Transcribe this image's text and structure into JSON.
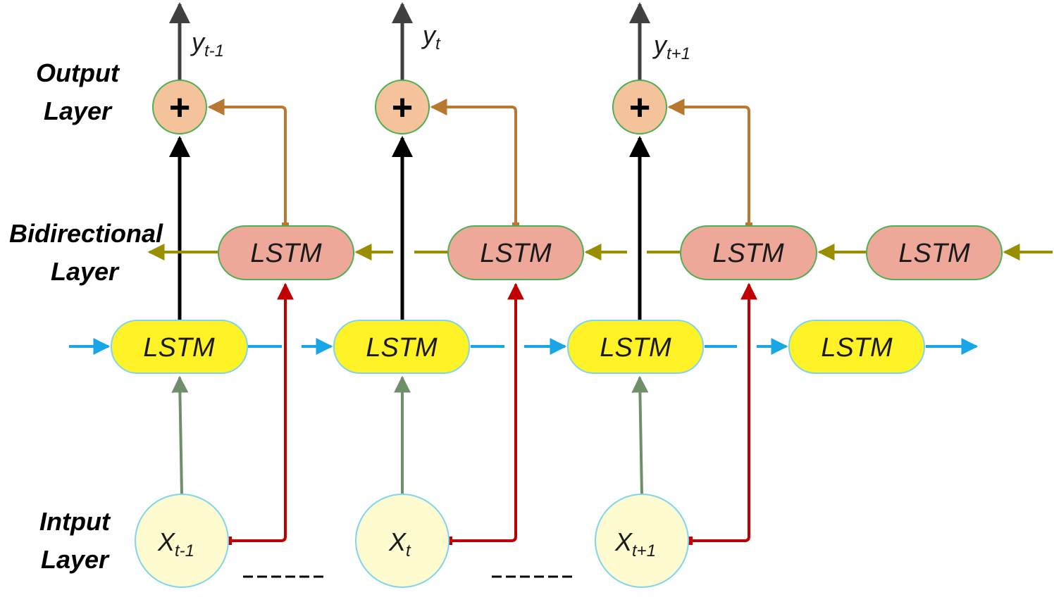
{
  "layers": {
    "output": [
      "Output",
      "Layer"
    ],
    "bidirectional": [
      "Bidirectional",
      "Layer"
    ],
    "input": [
      "Intput",
      "Layer"
    ]
  },
  "lstm_label": "LSTM",
  "sum_symbol": "+",
  "outputs": [
    {
      "base": "y",
      "sub": "t-1"
    },
    {
      "base": "y",
      "sub": "t"
    },
    {
      "base": "y",
      "sub": "t+1"
    }
  ],
  "inputs": [
    {
      "base": "X",
      "sub": "t-1"
    },
    {
      "base": "X",
      "sub": "t"
    },
    {
      "base": "X",
      "sub": "t+1"
    }
  ],
  "colors": {
    "forward_lstm_fill": "#fff227",
    "forward_lstm_border": "#7fd4ee",
    "backward_lstm_fill": "#eda89a",
    "backward_lstm_border": "#4caf50",
    "sum_node_fill": "#f4c39c",
    "sum_node_border": "#4caf50",
    "input_node_fill": "#fffbd0",
    "input_node_border": "#7fd4ee",
    "forward_arrow": "#19a6e6",
    "backward_arrow": "#998d00",
    "input_arrow": "#6f8f6a",
    "skip_arrow": "#c00000",
    "backward_to_sum_arrow": "#b97832",
    "forward_to_sum_arrow": "#000000",
    "output_arrow": "#404040"
  }
}
